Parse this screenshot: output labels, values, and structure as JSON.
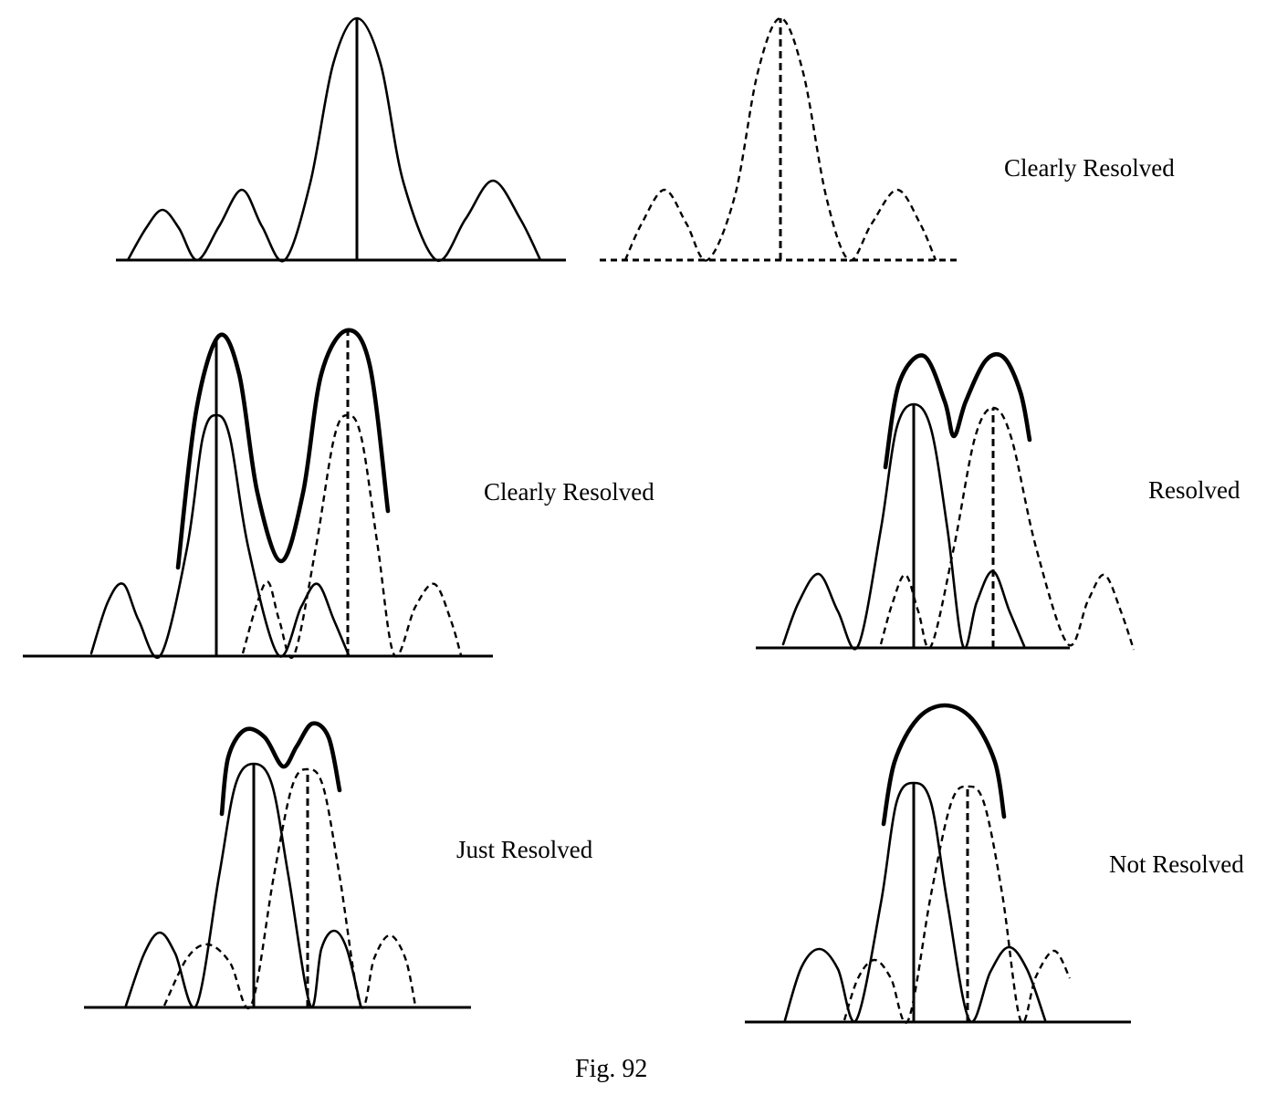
{
  "figure": {
    "caption": "Fig. 92",
    "panels": [
      {
        "id": "top",
        "label": "Clearly Resolved"
      },
      {
        "id": "middle-left",
        "label": "Clearly Resolved"
      },
      {
        "id": "middle-right",
        "label": "Resolved"
      },
      {
        "id": "bottom-left",
        "label": "Just Resolved"
      },
      {
        "id": "bottom-right",
        "label": "Not Resolved"
      }
    ]
  }
}
